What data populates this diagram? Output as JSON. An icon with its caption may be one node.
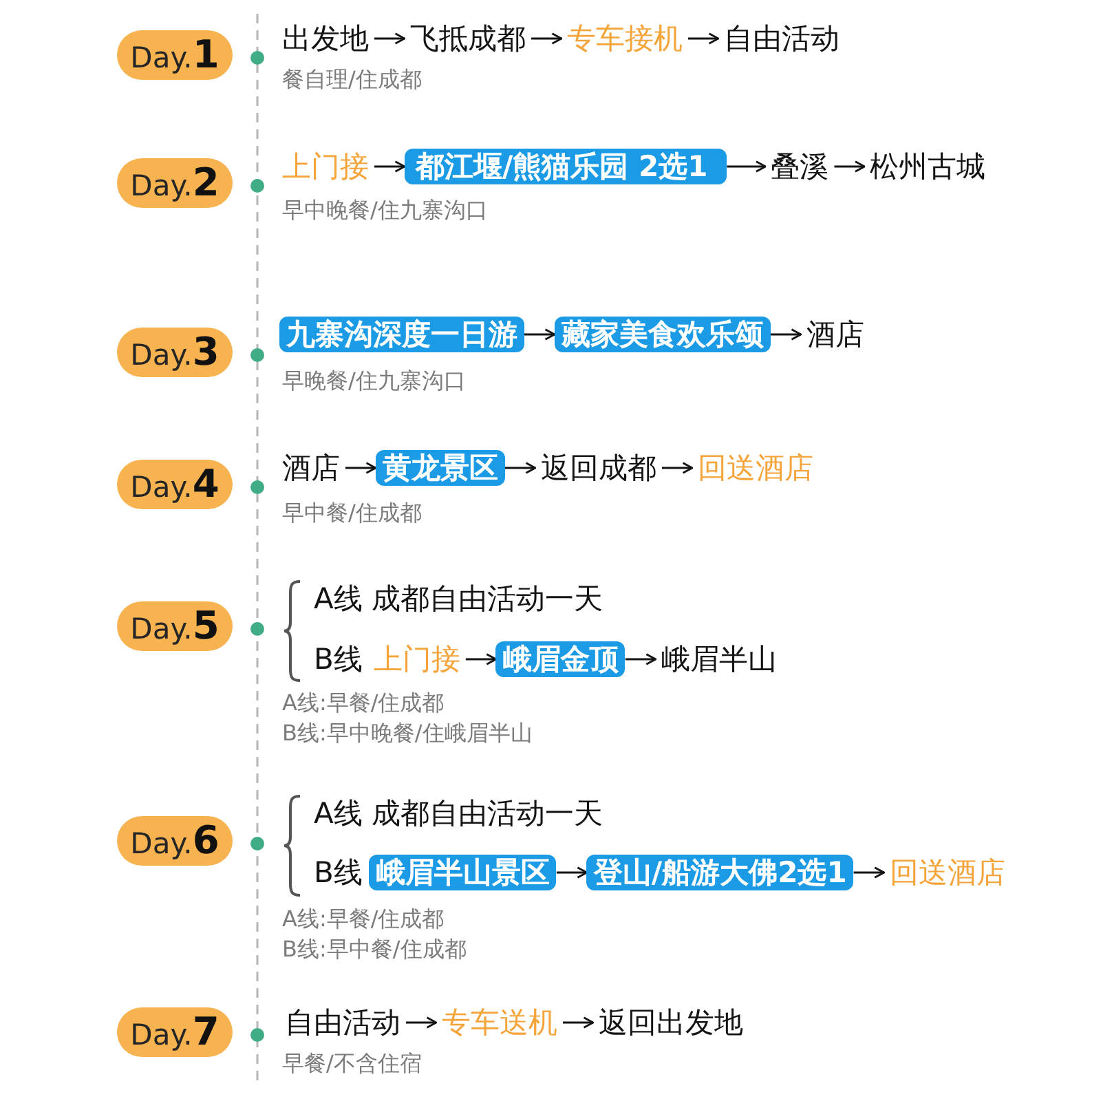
{
  "diagram": {
    "nodes": [
      {
        "text": [
          "Day.**1**"
        ]
      },
      {
        "text": [
          "出发地"
        ]
      },
      {
        "text": [
          "飞抵成都"
        ]
      },
      {
        "text": [
          "专车接机"
        ]
      },
      {
        "text": [
          "自由活动"
        ]
      },
      {
        "text": [
          "Day.**2**"
        ]
      },
      {
        "text": [
          "上门接"
        ]
      },
      {
        "text": [
          "都江堰/熊猫乐园 2选1"
        ]
      },
      {
        "text": [
          "叠溪"
        ]
      },
      {
        "text": [
          "松州古城"
        ]
      },
      {
        "text": [
          "Day.**3**"
        ]
      },
      {
        "text": [
          "九寨沟深度一日游"
        ]
      },
      {
        "text": [
          "藏家美食欢乐颂"
        ]
      },
      {
        "text": [
          "酒店"
        ]
      },
      {
        "text": [
          "Day.**4**"
        ]
      },
      {
        "text": [
          "酒店"
        ]
      },
      {
        "text": [
          "黄龙景区"
        ]
      },
      {
        "text": [
          "返回成都"
        ]
      },
      {
        "text": [
          "回送酒店"
        ]
      },
      {
        "text": [
          "Day.**5**"
        ]
      },
      {
        "text": [
          "上门接"
        ]
      },
      {
        "text": [
          "峨眉金顶"
        ]
      },
      {
        "text": [
          "峨眉半山"
        ]
      },
      {
        "text": [
          "Day.**6**"
        ]
      },
      {
        "text": [
          "峨眉半山景区"
        ]
      },
      {
        "text": [
          "登山/船游大佛2选1"
        ]
      },
      {
        "text": [
          "回送酒店"
        ]
      },
      {
        "text": [
          "Day.**7**"
        ]
      },
      {
        "text": [
          "自由活动"
        ]
      },
      {
        "text": [
          "专车送机"
        ]
      },
      {
        "text": [
          "返回出发地"
        ]
      }
    ],
    "edges": [
      {
        "from": 1,
        "to": 2,
        "arrow": "to"
      },
      {
        "from": 2,
        "to": 3,
        "arrow": "to"
      },
      {
        "from": 3,
        "to": 4,
        "arrow": "to"
      },
      {
        "from": 6,
        "to": 7,
        "arrow": "to"
      },
      {
        "from": 7,
        "to": 8,
        "arrow": "to"
      },
      {
        "from": 8,
        "to": 9,
        "arrow": "to"
      },
      {
        "from": 11,
        "to": 12,
        "arrow": "to"
      },
      {
        "from": 12,
        "to": 13,
        "arrow": "to"
      },
      {
        "from": 15,
        "to": 16,
        "arrow": "to"
      },
      {
        "from": 16,
        "to": 17,
        "arrow": "to"
      },
      {
        "from": 17,
        "to": 18,
        "arrow": "to"
      },
      {
        "from": 20,
        "to": 21,
        "arrow": "to"
      },
      {
        "from": 21,
        "to": 22,
        "arrow": "to"
      },
      {
        "from": 24,
        "to": 25,
        "arrow": "to"
      },
      {
        "from": 25,
        "to": 26,
        "arrow": "to"
      },
      {
        "from": 28,
        "to": 29,
        "arrow": "to"
      },
      {
        "from": 29,
        "to": 30,
        "arrow": "to"
      }
    ],
    "labels": [
      "餐自理/住成都",
      "早中晚餐/住九寨沟口",
      "早晚餐/住九寨沟口",
      "早中餐/住成都",
      "A线 成都自由活动一天",
      "B线",
      "A线:早餐/住成都",
      "B线:早中晚餐/住峨眉半山",
      "A线 成都自由活动一天",
      "B线",
      "A线:早餐/住成都",
      "B线:早中餐/住成都",
      "早餐/不含住宿"
    ]
  }
}
